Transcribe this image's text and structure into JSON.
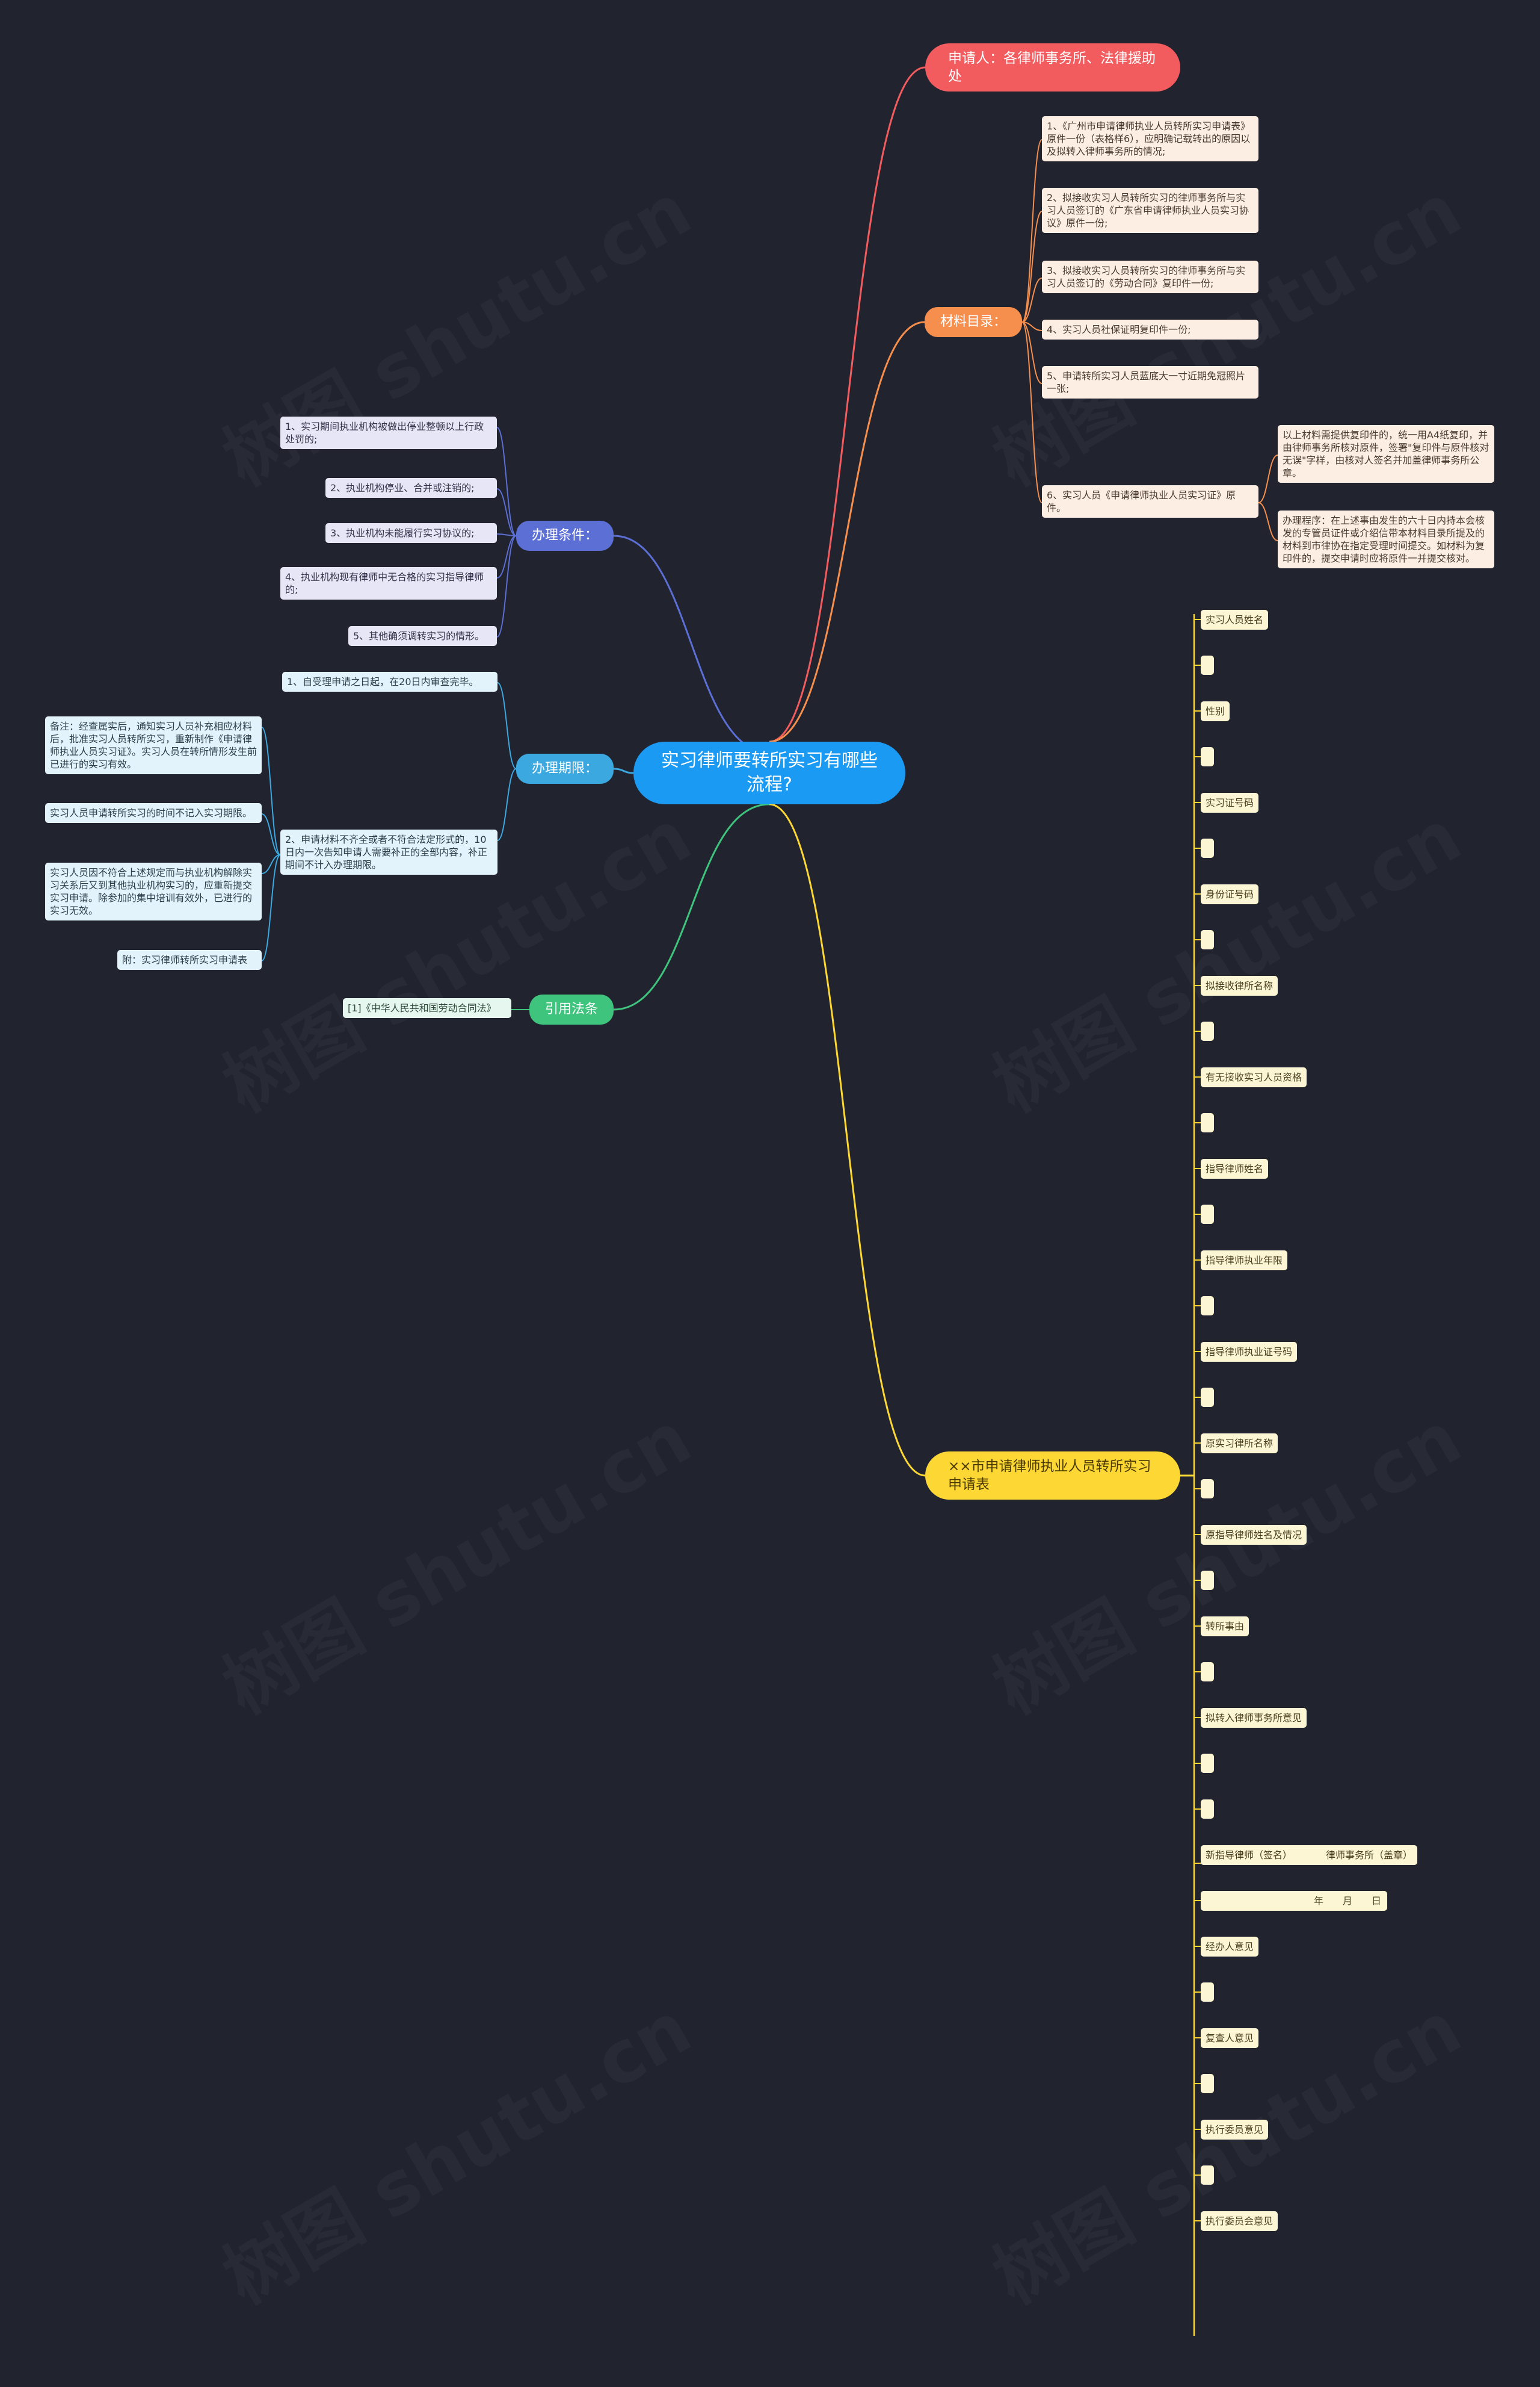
{
  "root": "实习律师要转所实习有哪些流程?",
  "applicant": {
    "label": "申请人：各律师事务所、法律援助处"
  },
  "materials": {
    "label": "材料目录：",
    "items": [
      "1、《广州市申请律师执业人员转所实习申请表》原件一份（表格样6），应明确记载转出的原因以及拟转入律师事务所的情况;",
      "2、拟接收实习人员转所实习的律师事务所与实习人员签订的《广东省申请律师执业人员实习协议》原件一份;",
      "3、拟接收实习人员转所实习的律师事务所与实习人员签订的《劳动合同》复印件一份;",
      "4、实习人员社保证明复印件一份;",
      "5、申请转所实习人员蓝底大一寸近期免冠照片一张;",
      "6、实习人员《申请律师执业人员实习证》原件。"
    ],
    "sub_items": [
      "以上材料需提供复印件的，统一用A4纸复印，并由律师事务所核对原件，签署\"复印件与原件核对无误\"字样，由核对人签名并加盖律师事务所公章。",
      "办理程序：在上述事由发生的六十日内持本会核发的专管员证件或介绍信带本材料目录所提及的材料到市律协在指定受理时间提交。如材料为复印件的，提交申请时应将原件一并提交核对。"
    ]
  },
  "conditions": {
    "label": "办理条件：",
    "items": [
      "1、实习期间执业机构被做出停业整顿以上行政处罚的;",
      "2、执业机构停业、合并或注销的;",
      "3、执业机构未能履行实习协议的;",
      "4、执业机构现有律师中无合格的实习指导律师的;",
      "5、其他确须调转实习的情形。"
    ]
  },
  "period": {
    "label": "办理期限：",
    "items": [
      "1、自受理申请之日起，在20日内审查完毕。",
      "2、申请材料不齐全或者不符合法定形式的，10日内一次告知申请人需要补正的全部内容，补正期间不计入办理期限。"
    ],
    "sub_items": [
      "备注：经查属实后，通知实习人员补充相应材料后，批准实习人员转所实习，重新制作《申请律师执业人员实习证》。实习人员在转所情形发生前已进行的实习有效。",
      "实习人员申请转所实习的时间不记入实习期限。",
      "实习人员因不符合上述规定而与执业机构解除实习关系后又到其他执业机构实习的，应重新提交实习申请。除参加的集中培训有效外，已进行的实习无效。",
      "附：实习律师转所实习申请表"
    ]
  },
  "law": {
    "label": "引用法条",
    "items": [
      "[1]《中华人民共和国劳动合同法》"
    ]
  },
  "form": {
    "label": "××市申请律师执业人员转所实习申请表",
    "items": [
      "实习人员姓名",
      "",
      "性别",
      "",
      "实习证号码",
      "",
      "身份证号码",
      "",
      "拟接收律所名称",
      "",
      "有无接收实习人员资格",
      "",
      "指导律师姓名",
      "",
      "指导律师执业年限",
      "",
      "指导律师执业证号码",
      "",
      "原实习律所名称",
      "",
      "原指导律师姓名及情况",
      "",
      "转所事由",
      "",
      "拟转入律师事务所意见",
      "",
      "",
      "新指导律师（签名）　　　　律师事务所（盖章）",
      "年　　月　　日",
      "经办人意见",
      "",
      "复查人意见",
      "",
      "执行委员意见",
      "",
      "执行委员会意见"
    ]
  },
  "watermark": "树图 shutu.cn",
  "colors": {
    "background": "#21232f",
    "root": "#1a9af2",
    "applicant": "#f25c5f",
    "materials": "#f68f4e",
    "conditions": "#5b6fd5",
    "period": "#3ba9e0",
    "law": "#3fc47d",
    "form": "#fdd835"
  }
}
